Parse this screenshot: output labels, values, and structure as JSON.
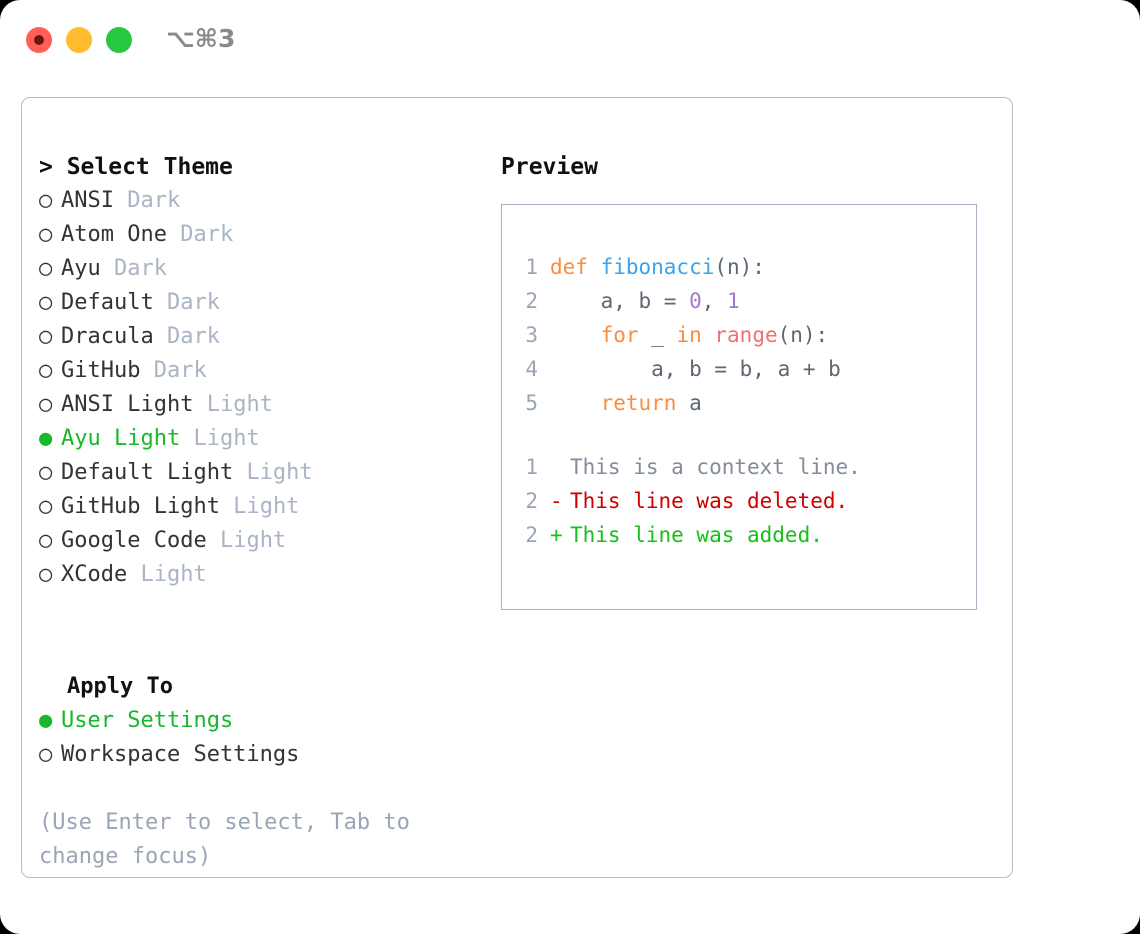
{
  "window": {
    "shortcut": "⌥⌘3",
    "traffic_lights": [
      "close",
      "minimize",
      "maximize"
    ],
    "colors": {
      "close": "#ff5f57",
      "minimize": "#febc2e",
      "maximize": "#28c840",
      "accent_green": "#17b92a",
      "tag_gray": "#aab4c4",
      "border": "#b3bcc9"
    }
  },
  "theme_selector": {
    "header": "> Select Theme",
    "items": [
      {
        "marker": "○",
        "label": "ANSI",
        "tag": "Dark",
        "selected": false
      },
      {
        "marker": "○",
        "label": "Atom One",
        "tag": "Dark",
        "selected": false
      },
      {
        "marker": "○",
        "label": "Ayu",
        "tag": "Dark",
        "selected": false
      },
      {
        "marker": "○",
        "label": "Default",
        "tag": "Dark",
        "selected": false
      },
      {
        "marker": "○",
        "label": "Dracula",
        "tag": "Dark",
        "selected": false
      },
      {
        "marker": "○",
        "label": "GitHub",
        "tag": "Dark",
        "selected": false
      },
      {
        "marker": "○",
        "label": "ANSI Light",
        "tag": "Light",
        "selected": false
      },
      {
        "marker": "●",
        "label": "Ayu Light",
        "tag": "Light",
        "selected": true
      },
      {
        "marker": "○",
        "label": "Default Light",
        "tag": "Light",
        "selected": false
      },
      {
        "marker": "○",
        "label": "GitHub Light",
        "tag": "Light",
        "selected": false
      },
      {
        "marker": "○",
        "label": "Google Code",
        "tag": "Light",
        "selected": false
      },
      {
        "marker": "○",
        "label": "XCode",
        "tag": "Light",
        "selected": false
      }
    ]
  },
  "apply_to": {
    "header": "Apply To",
    "options": [
      {
        "marker": "●",
        "label": "User Settings",
        "selected": true
      },
      {
        "marker": "○",
        "label": "Workspace Settings",
        "selected": false
      }
    ]
  },
  "hint": "(Use Enter to select, Tab to change focus)",
  "preview": {
    "header": "Preview",
    "code_lines": [
      {
        "lineno": "1",
        "tokens": [
          {
            "text": "def ",
            "type": "kw"
          },
          {
            "text": "fibonacci",
            "type": "fn"
          },
          {
            "text": "(n):",
            "type": "punct"
          }
        ]
      },
      {
        "lineno": "2",
        "tokens": [
          {
            "text": "    a, b = ",
            "type": "plain"
          },
          {
            "text": "0",
            "type": "num"
          },
          {
            "text": ", ",
            "type": "plain"
          },
          {
            "text": "1",
            "type": "num"
          }
        ]
      },
      {
        "lineno": "3",
        "tokens": [
          {
            "text": "    for ",
            "type": "kw"
          },
          {
            "text": "_ ",
            "type": "plain"
          },
          {
            "text": "in ",
            "type": "kw"
          },
          {
            "text": "range",
            "type": "builtin"
          },
          {
            "text": "(n):",
            "type": "punct"
          }
        ]
      },
      {
        "lineno": "4",
        "tokens": [
          {
            "text": "        a, b = b, a + b",
            "type": "plain"
          }
        ]
      },
      {
        "lineno": "5",
        "tokens": [
          {
            "text": "    return ",
            "type": "kw"
          },
          {
            "text": "a",
            "type": "plain"
          }
        ]
      }
    ],
    "diff_lines": [
      {
        "lineno": "1",
        "marker": " ",
        "text": "This is a context line.",
        "kind": "context"
      },
      {
        "lineno": "2",
        "marker": "-",
        "text": "This line was deleted.",
        "kind": "del"
      },
      {
        "lineno": "2",
        "marker": "+",
        "text": "This line was added.",
        "kind": "add"
      }
    ]
  }
}
